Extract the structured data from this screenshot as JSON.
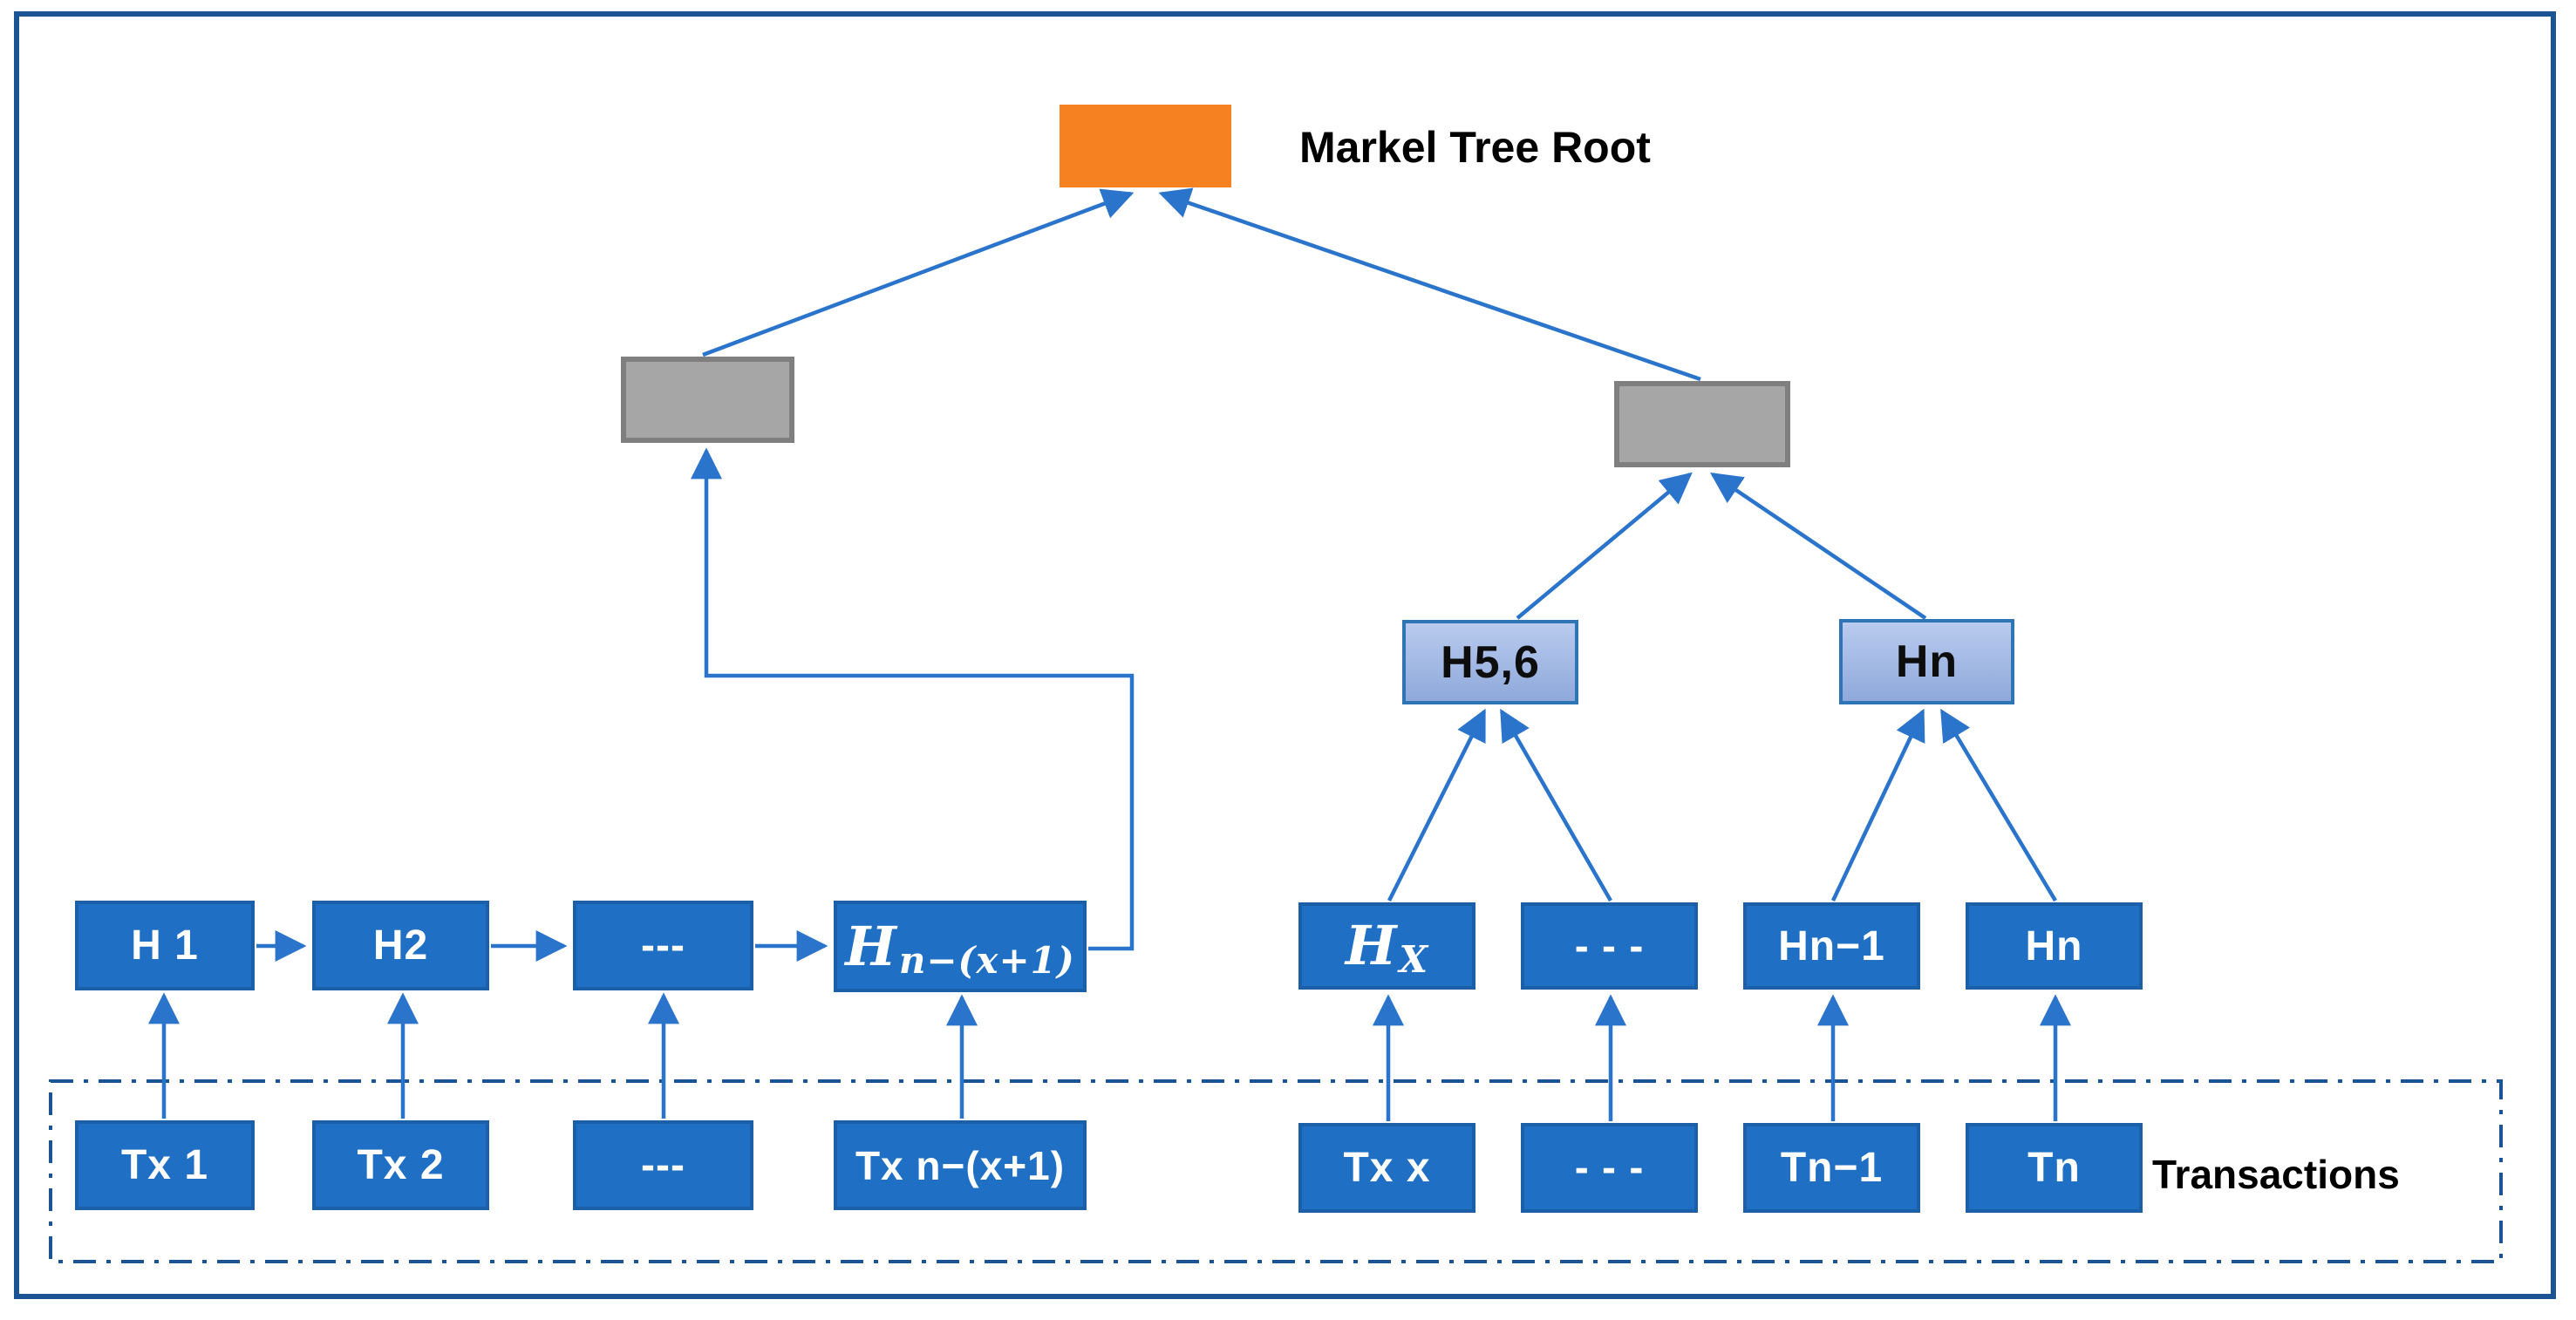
{
  "diagram": {
    "root_title": "Markel Tree Root",
    "transactions_label": "Transactions"
  },
  "colors": {
    "node_blue_fill": "#1f6fc4",
    "node_blue_border": "#1a5fa8",
    "light_blue_top": "#b9cbee",
    "light_blue_bottom": "#8fa9dc",
    "light_blue_border": "#2e75b6",
    "gray_fill": "#a6a6a6",
    "gray_border": "#7f7f7f",
    "orange_fill": "#f68121",
    "connector_blue": "#2b74cb",
    "frame_blue": "#1a5494",
    "label_white": "#ffffff",
    "label_black": "#000000"
  },
  "nodes": {
    "h56": {
      "label": "H5,6"
    },
    "hn_mid": {
      "label": "Hn"
    },
    "h1": {
      "label": "H 1"
    },
    "h2": {
      "label": "H2"
    },
    "h_ellipsis": {
      "label": "---"
    },
    "hnx": {
      "base": "H",
      "sub": "n−(x+1)"
    },
    "hx": {
      "base": "H",
      "sub": "X"
    },
    "h_ellipsis_right": {
      "label": "- - -"
    },
    "hn1": {
      "label": "Hn−1"
    },
    "hn_leaf": {
      "label": "Hn"
    },
    "tx1": {
      "label": "Tx 1"
    },
    "tx2": {
      "label": "Tx 2"
    },
    "tx_ellipsis": {
      "label": "---"
    },
    "txnx": {
      "label": "Tx n−(x+1)"
    },
    "txx": {
      "label": "Tx x"
    },
    "t_ellipsis": {
      "label": "- - -"
    },
    "tn1": {
      "label": "Tn−1"
    },
    "tn": {
      "label": "Tn"
    }
  }
}
